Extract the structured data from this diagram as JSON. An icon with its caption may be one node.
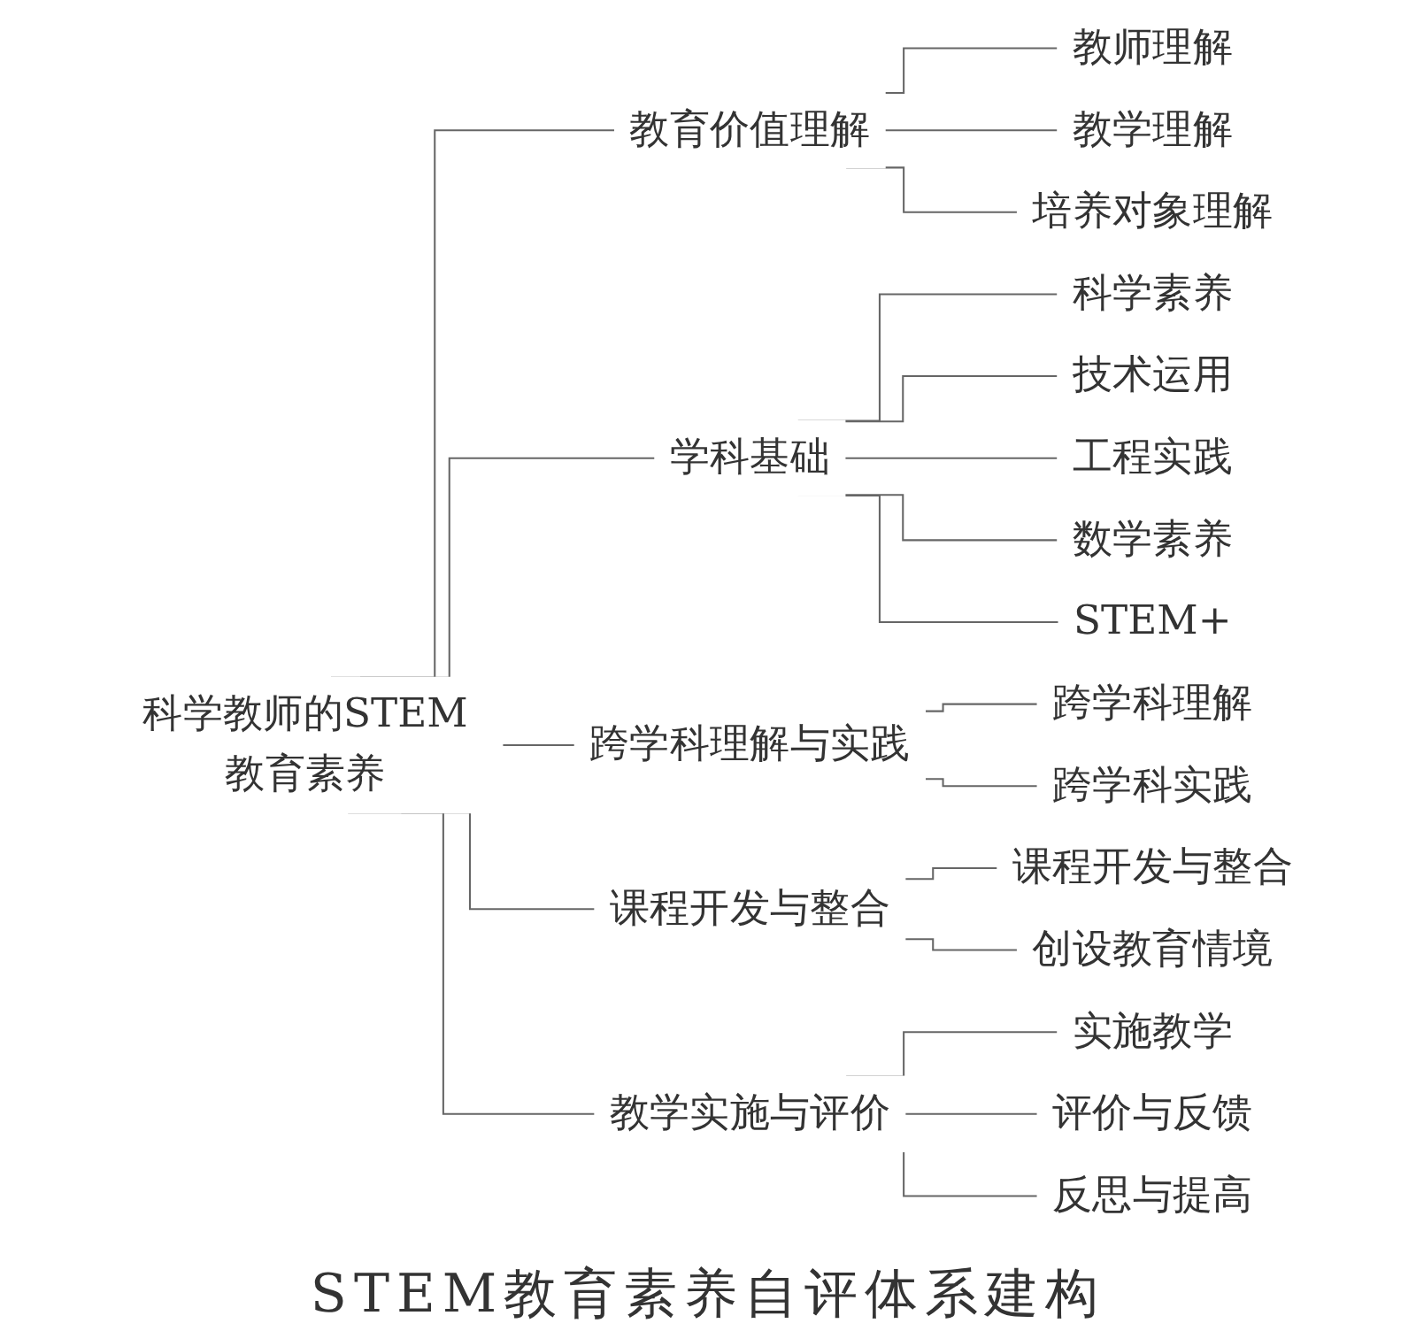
{
  "diagram": {
    "caption": "STEM教育素养自评体系建构",
    "nodes": [
      {
        "text": [
          "科学教师的STEM教育素养"
        ]
      },
      {
        "text": [
          "教育价值理解"
        ]
      },
      {
        "text": [
          "教师理解"
        ]
      },
      {
        "text": [
          "教学理解"
        ]
      },
      {
        "text": [
          "培养对象理解"
        ]
      },
      {
        "text": [
          "学科基础"
        ]
      },
      {
        "text": [
          "科学素养"
        ]
      },
      {
        "text": [
          "技术运用"
        ]
      },
      {
        "text": [
          "工程实践"
        ]
      },
      {
        "text": [
          "数学素养"
        ]
      },
      {
        "text": [
          "STEM+"
        ]
      },
      {
        "text": [
          "跨学科理解与实践"
        ]
      },
      {
        "text": [
          "跨学科理解"
        ]
      },
      {
        "text": [
          "跨学科实践"
        ]
      },
      {
        "text": [
          "课程开发与整合"
        ]
      },
      {
        "text": [
          "课程开发与整合"
        ]
      },
      {
        "text": [
          "创设教育情境"
        ]
      },
      {
        "text": [
          "教学实施与评价"
        ]
      },
      {
        "text": [
          "实施教学"
        ]
      },
      {
        "text": [
          "评价与反馈"
        ]
      },
      {
        "text": [
          "反思与提高"
        ]
      }
    ],
    "edges": [
      {
        "from": 0,
        "to": 1,
        "arrow": "none"
      },
      {
        "from": 0,
        "to": 5,
        "arrow": "none"
      },
      {
        "from": 0,
        "to": 11,
        "arrow": "none"
      },
      {
        "from": 0,
        "to": 14,
        "arrow": "none"
      },
      {
        "from": 0,
        "to": 17,
        "arrow": "none"
      },
      {
        "from": 1,
        "to": 2,
        "arrow": "none"
      },
      {
        "from": 1,
        "to": 3,
        "arrow": "none"
      },
      {
        "from": 1,
        "to": 4,
        "arrow": "none"
      },
      {
        "from": 5,
        "to": 6,
        "arrow": "none"
      },
      {
        "from": 5,
        "to": 7,
        "arrow": "none"
      },
      {
        "from": 5,
        "to": 8,
        "arrow": "none"
      },
      {
        "from": 5,
        "to": 9,
        "arrow": "none"
      },
      {
        "from": 5,
        "to": 10,
        "arrow": "none"
      },
      {
        "from": 11,
        "to": 12,
        "arrow": "none"
      },
      {
        "from": 11,
        "to": 13,
        "arrow": "none"
      },
      {
        "from": 14,
        "to": 15,
        "arrow": "none"
      },
      {
        "from": 14,
        "to": 16,
        "arrow": "none"
      },
      {
        "from": 17,
        "to": 18,
        "arrow": "none"
      },
      {
        "from": 17,
        "to": 19,
        "arrow": "none"
      },
      {
        "from": 17,
        "to": 20,
        "arrow": "none"
      }
    ]
  }
}
